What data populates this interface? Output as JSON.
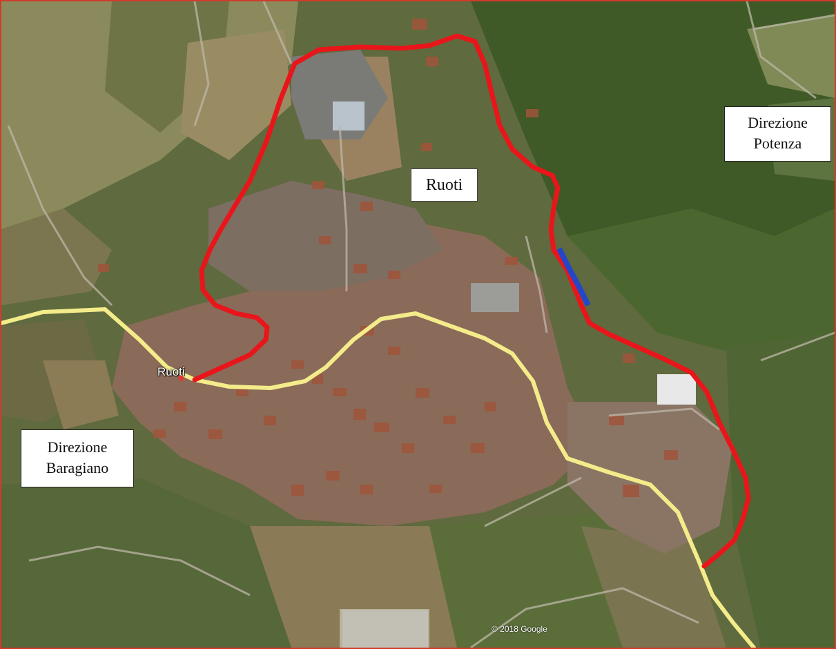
{
  "labels": {
    "potenza": "Direzione\nPotenza",
    "baragiano": "Direzione\nBaragiano",
    "town": "Ruoti"
  },
  "map_pin": {
    "label": "Ruoti",
    "icon": "map-pin-icon"
  },
  "attribution": "© 2018 Google",
  "routes": {
    "bypass_color": "#e8161b",
    "main_road_color": "#f4ec8a",
    "highlight_color": "#2446c8"
  },
  "colors": {
    "border": "#d23a2c"
  }
}
